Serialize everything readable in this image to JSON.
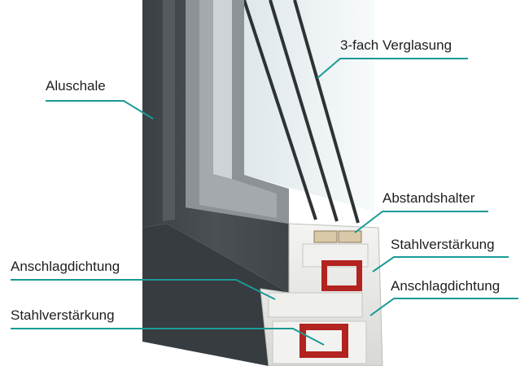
{
  "labels": {
    "aluschale": "Aluschale",
    "verglasung": "3-fach Verglasung",
    "abstandshalter": "Abstandshalter",
    "stahl_rechts": "Stahlverstärkung",
    "anschlag_rechts": "Anschlagdichtung",
    "anschlag_links": "Anschlagdichtung",
    "stahl_links": "Stahlverstärkung"
  },
  "colors": {
    "leader_line": "#1a9a96",
    "aluminium_shell": "#44494d",
    "pvc_profile": "#e9e9e6",
    "steel_reinforcement": "#b3231f",
    "glass_edge": "#2d3234",
    "glass_pane": "#e7eef1"
  }
}
